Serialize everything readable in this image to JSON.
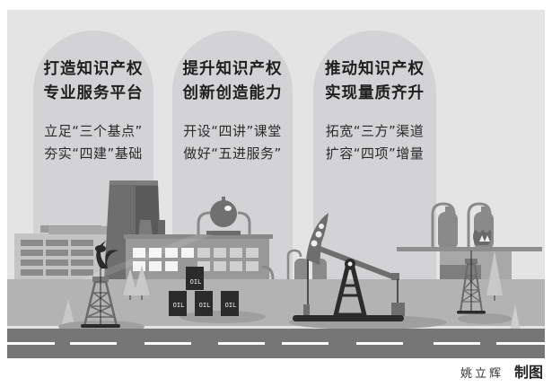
{
  "pillars": [
    {
      "title_line1": "打造知识产权",
      "title_line2": "专业服务平台",
      "sub_line1": "立足“三个基点”",
      "sub_line2": "夯实“四建”基础"
    },
    {
      "title_line1": "提升知识产权",
      "title_line2": "创新创造能力",
      "sub_line1": "开设“四讲”课堂",
      "sub_line2": "做好“五进服务”"
    },
    {
      "title_line1": "推动知识产权",
      "title_line2": "实现量质齐升",
      "sub_line1": "拓宽“三方”渠道",
      "sub_line2": "扩容“四项”增量"
    }
  ],
  "scene": {
    "barrel_label": "OIL",
    "icons": [
      "factory-icon",
      "oil-derrick-icon",
      "oil-barrel-icon",
      "pumpjack-icon",
      "refinery-tank-icon",
      "flame-icon",
      "tree-icon",
      "road-icon"
    ]
  },
  "colors": {
    "panel_bg": "#e4e4e4",
    "pillar_bg": "#d3d3d5",
    "ground": "#b4b4b4",
    "road": "#767676",
    "dark": "#2b2b2b"
  },
  "credit": {
    "author": "姚立辉",
    "role": "制图"
  }
}
